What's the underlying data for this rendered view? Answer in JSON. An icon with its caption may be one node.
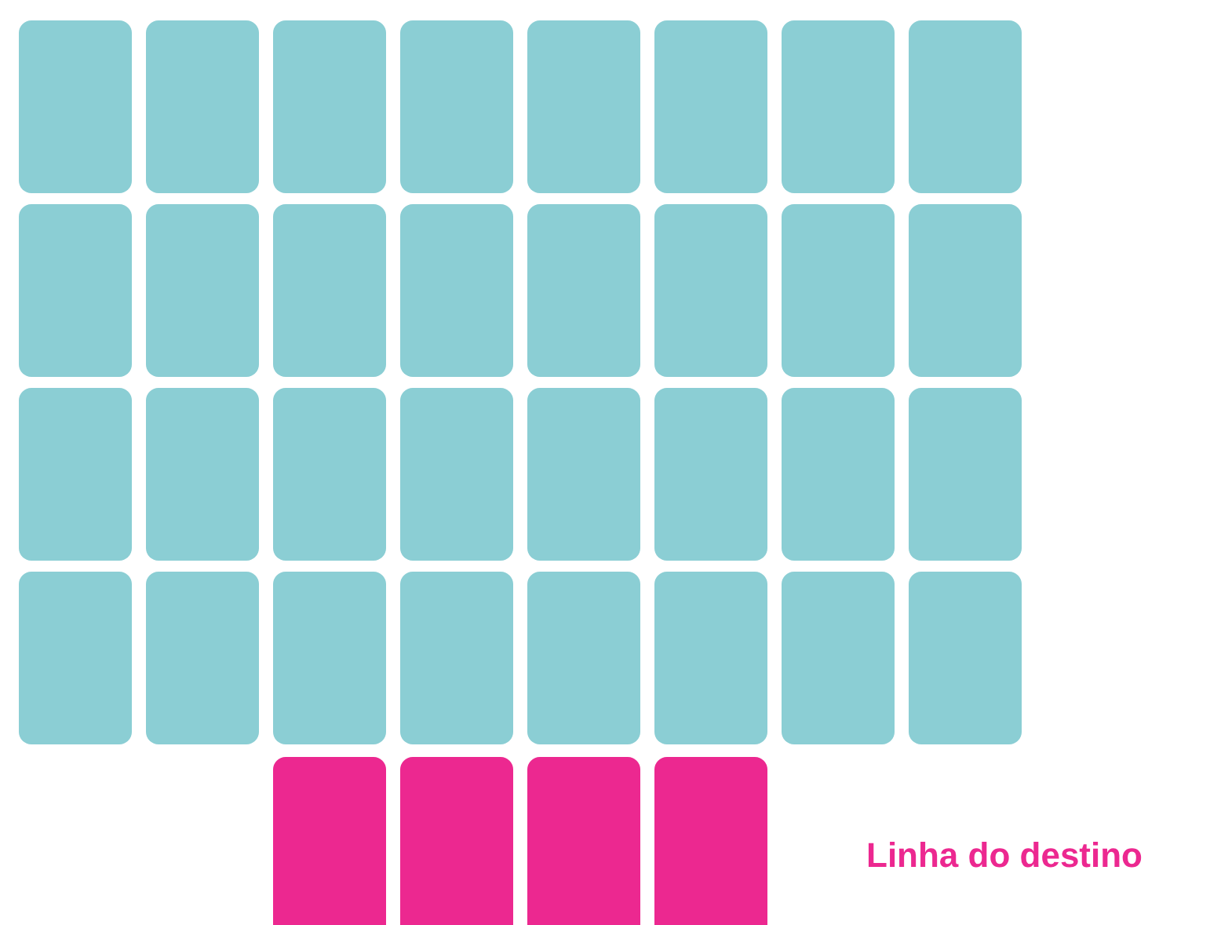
{
  "diagram": {
    "nodes": [
      {
        "text": [],
        "shape": "box"
      },
      {
        "text": [],
        "shape": "box"
      },
      {
        "text": [],
        "shape": "box"
      },
      {
        "text": [],
        "shape": "box"
      },
      {
        "text": [],
        "shape": "box"
      },
      {
        "text": [],
        "shape": "box"
      },
      {
        "text": [],
        "shape": "box"
      },
      {
        "text": [],
        "shape": "box"
      },
      {
        "text": [],
        "shape": "box"
      },
      {
        "text": [],
        "shape": "box"
      },
      {
        "text": [],
        "shape": "box"
      },
      {
        "text": [],
        "shape": "box"
      },
      {
        "text": [],
        "shape": "box"
      },
      {
        "text": [],
        "shape": "box"
      },
      {
        "text": [],
        "shape": "box"
      },
      {
        "text": [],
        "shape": "box"
      },
      {
        "text": [],
        "shape": "box"
      },
      {
        "text": [],
        "shape": "box"
      },
      {
        "text": [],
        "shape": "box"
      },
      {
        "text": [],
        "shape": "box"
      },
      {
        "text": [],
        "shape": "box"
      },
      {
        "text": [],
        "shape": "box"
      },
      {
        "text": [],
        "shape": "box"
      },
      {
        "text": [],
        "shape": "box"
      },
      {
        "text": [],
        "shape": "box"
      },
      {
        "text": [],
        "shape": "box"
      },
      {
        "text": [],
        "shape": "box"
      },
      {
        "text": [],
        "shape": "box"
      },
      {
        "text": [],
        "shape": "box"
      },
      {
        "text": [],
        "shape": "box"
      },
      {
        "text": [],
        "shape": "box"
      },
      {
        "text": [],
        "shape": "box"
      },
      {
        "text": [],
        "shape": "box"
      },
      {
        "text": [],
        "shape": "box"
      },
      {
        "text": [],
        "shape": "box"
      },
      {
        "text": [],
        "shape": "box"
      }
    ],
    "labels": [
      "Linha do destino"
    ]
  }
}
